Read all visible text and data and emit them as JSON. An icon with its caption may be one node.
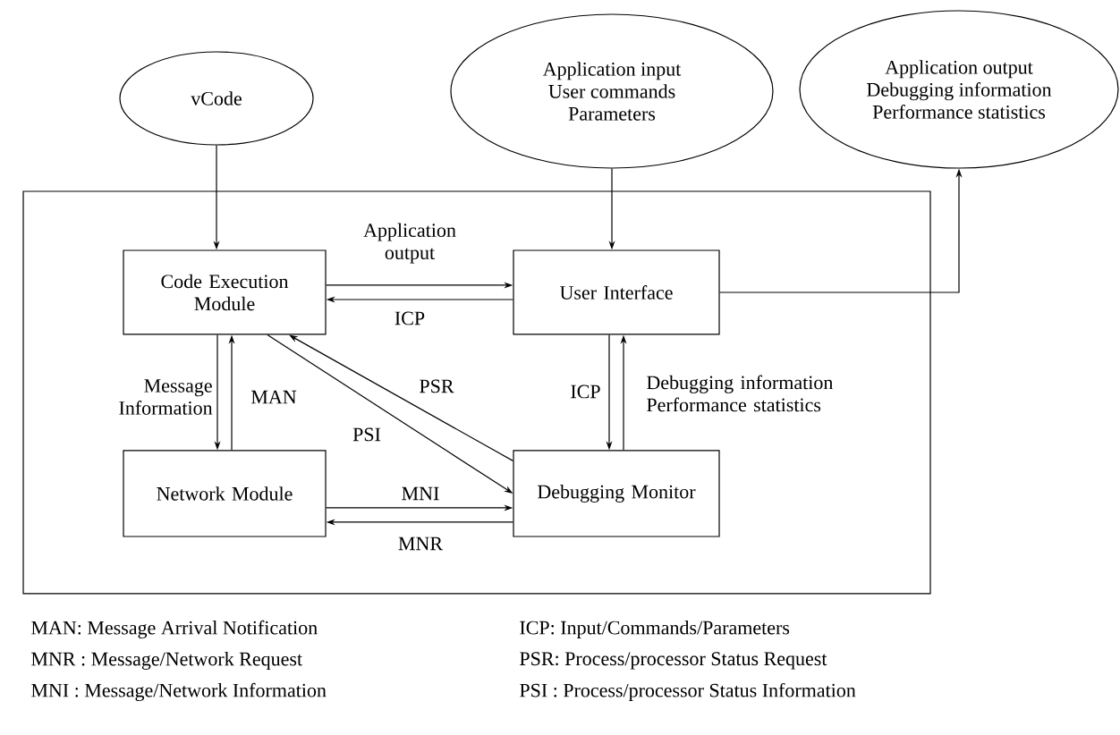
{
  "diagram": {
    "nodes": [
      {
        "text": [
          "vCode"
        ]
      },
      {
        "text": [
          "Application input",
          "User commands",
          "Parameters"
        ]
      },
      {
        "text": [
          "Application output",
          "Debugging information",
          "Performance statistics"
        ]
      },
      {
        "text": [],
        "shape": "box"
      },
      {
        "text": [
          "Code Execution Module"
        ],
        "in": 3
      },
      {
        "text": [
          "User Interface"
        ],
        "in": 3
      },
      {
        "text": [
          "Network Module"
        ],
        "in": 3
      },
      {
        "text": [
          "Debugging Monitor"
        ],
        "in": 3
      }
    ],
    "edges": [
      {
        "from": 0,
        "to": 4,
        "arrow": "to"
      },
      {
        "from": 1,
        "to": 5,
        "arrow": "to"
      },
      {
        "from": 5,
        "to": 2,
        "arrow": "to"
      },
      {
        "from": 4,
        "to": 5,
        "arrow": "to",
        "label": "Application output"
      },
      {
        "from": 5,
        "to": 4,
        "arrow": "to",
        "label": "ICP"
      },
      {
        "from": 4,
        "to": 6,
        "arrow": "to",
        "label": "Message Information"
      },
      {
        "from": 6,
        "to": 4,
        "arrow": "to",
        "label": "MAN"
      },
      {
        "from": 7,
        "to": 4,
        "arrow": "to",
        "label": "PSR"
      },
      {
        "from": 4,
        "to": 7,
        "arrow": "to",
        "label": "PSI"
      },
      {
        "from": 5,
        "to": 7,
        "arrow": "to",
        "label": "ICP"
      },
      {
        "from": 7,
        "to": 5,
        "arrow": "to",
        "label": "Debugging information Performance statistics"
      },
      {
        "from": 6,
        "to": 7,
        "arrow": "to",
        "label": "MNI"
      },
      {
        "from": 7,
        "to": 6,
        "arrow": "to",
        "label": "MNR"
      }
    ],
    "labels": [
      "MAN: Message Arrival Notification",
      "ICP: Input/Commands/Parameters",
      "MNR : Message/Network Request",
      "PSR: Process/processor Status Request",
      "MNI : Message/Network Information",
      "PSI : Process/processor Status Information"
    ]
  }
}
